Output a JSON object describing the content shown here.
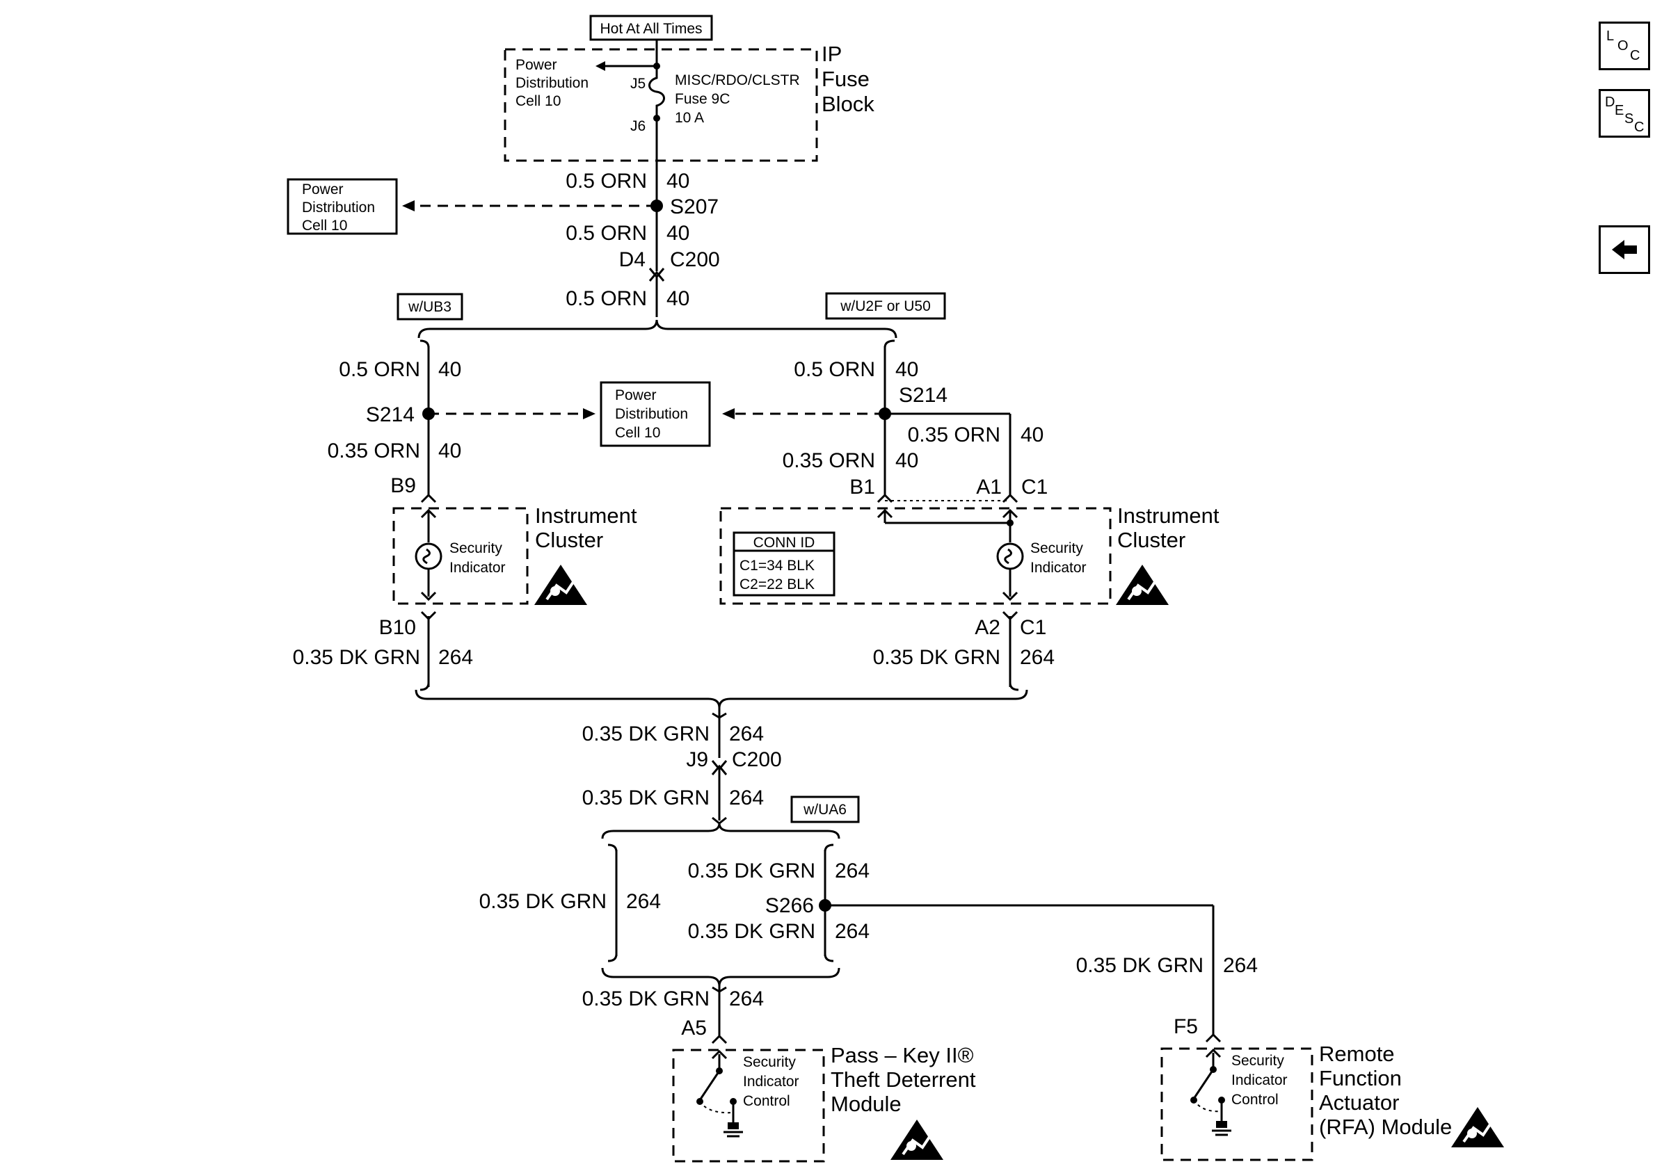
{
  "tags": {
    "hot": "Hot At All Times",
    "ub3": "w/UB3",
    "u2f": "w/U2F or U50",
    "ua6": "w/UA6"
  },
  "fuse_block": {
    "cell_line1": "Power",
    "cell_line2": "Distribution",
    "cell_line3": "Cell 10",
    "j5": "J5",
    "j6": "J6",
    "fuse_line1": "MISC/RDO/CLSTR",
    "fuse_line2": "Fuse 9C",
    "fuse_line3": "10 A",
    "title_line1": "IP",
    "title_line2": "Fuse",
    "title_line3": "Block"
  },
  "pdc": {
    "line1": "Power",
    "line2": "Distribution",
    "line3": "Cell 10"
  },
  "wires": {
    "orn05": "0.5 ORN",
    "orn035": "0.35 ORN",
    "c40": "40",
    "dkgrn": "0.35 DK GRN",
    "c264": "264"
  },
  "splices": {
    "s207": "S207",
    "s214": "S214",
    "s266": "S266"
  },
  "connectors": {
    "d4": "D4",
    "c200": "C200",
    "j9": "J9",
    "b9": "B9",
    "b10": "B10",
    "b1": "B1",
    "a1": "A1",
    "c1": "C1",
    "a2": "A2",
    "a5": "A5",
    "f5": "F5"
  },
  "instrument_cluster": {
    "title_line1": "Instrument",
    "title_line2": "Cluster",
    "sec_line1": "Security",
    "sec_line2": "Indicator"
  },
  "conn_id": {
    "title": "CONN ID",
    "row1": "C1=34 BLK",
    "row2": "C2=22 BLK"
  },
  "passkey": {
    "title_line1": "Pass – Key II®",
    "title_line2": "Theft Deterrent",
    "title_line3": "Module",
    "ctrl_line1": "Security",
    "ctrl_line2": "Indicator",
    "ctrl_line3": "Control"
  },
  "rfa": {
    "title_line1": "Remote",
    "title_line2": "Function",
    "title_line3": "Actuator",
    "title_line4": "(RFA) Module",
    "ctrl_line1": "Security",
    "ctrl_line2": "Indicator",
    "ctrl_line3": "Control"
  },
  "nav": {
    "loc": [
      "L",
      "O",
      "C"
    ],
    "desc": [
      "D",
      "E",
      "S",
      "C"
    ],
    "icons": [
      "loc-icon",
      "desc-icon",
      "back-arrow-icon"
    ]
  }
}
